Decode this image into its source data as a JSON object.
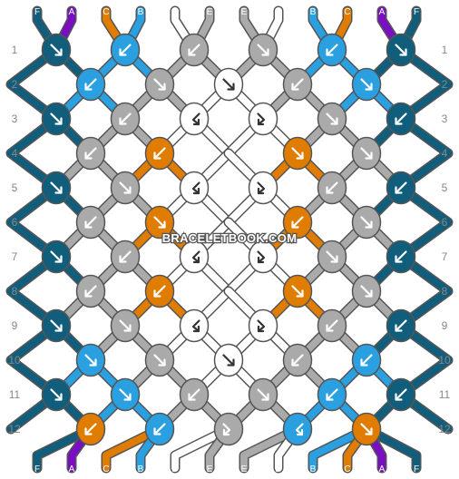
{
  "watermark": "BRACELETBOOK.COM",
  "colors": {
    "A": "#7a0fc2",
    "B": "#2aa0e0",
    "C": "#e07c00",
    "D": "#ffffff",
    "E": "#aaaaaa",
    "F": "#115e7c"
  },
  "outline": "#555555",
  "arrow_color": "#ffffff",
  "arrow_color_on_light": "#333333",
  "top_strands": [
    "F",
    "A",
    "C",
    "B",
    "D",
    "E",
    "E",
    "D",
    "B",
    "C",
    "A",
    "F"
  ],
  "bottom_strands": [
    "F",
    "A",
    "C",
    "B",
    "D",
    "E",
    "E",
    "D",
    "B",
    "C",
    "A",
    "F"
  ],
  "rows": [
    "1",
    "2",
    "3",
    "4",
    "5",
    "6",
    "7",
    "8",
    "9",
    "10",
    "11",
    "12"
  ],
  "knots": [
    [
      [
        "F",
        "f"
      ],
      [
        "B",
        "b"
      ],
      [
        "E",
        "b"
      ],
      [
        "E",
        "f"
      ],
      [
        "B",
        "b"
      ],
      [
        "F",
        "f"
      ]
    ],
    [
      [
        "B",
        "b"
      ],
      [
        "E",
        "f"
      ],
      [
        "D",
        "f"
      ],
      [
        "E",
        "b"
      ],
      [
        "B",
        "f"
      ]
    ],
    [
      [
        "F",
        "f"
      ],
      [
        "E",
        "b"
      ],
      [
        "D",
        "bf"
      ],
      [
        "D",
        "fb"
      ],
      [
        "E",
        "f"
      ],
      [
        "F",
        "b"
      ]
    ],
    [
      [
        "E",
        "b"
      ],
      [
        "C",
        "b"
      ],
      [
        "X",
        "x"
      ],
      [
        "C",
        "f"
      ],
      [
        "E",
        "f"
      ]
    ],
    [
      [
        "F",
        "f"
      ],
      [
        "E",
        "f"
      ],
      [
        "D",
        "bf"
      ],
      [
        "D",
        "fb"
      ],
      [
        "E",
        "b"
      ],
      [
        "F",
        "b"
      ]
    ],
    [
      [
        "E",
        "b"
      ],
      [
        "C",
        "f"
      ],
      [
        "X",
        "x"
      ],
      [
        "C",
        "b"
      ],
      [
        "E",
        "f"
      ]
    ],
    [
      [
        "F",
        "f"
      ],
      [
        "E",
        "b"
      ],
      [
        "D",
        "bf"
      ],
      [
        "D",
        "fb"
      ],
      [
        "E",
        "f"
      ],
      [
        "F",
        "b"
      ]
    ],
    [
      [
        "E",
        "b"
      ],
      [
        "C",
        "b"
      ],
      [
        "X",
        "x"
      ],
      [
        "C",
        "f"
      ],
      [
        "E",
        "f"
      ]
    ],
    [
      [
        "F",
        "f"
      ],
      [
        "E",
        "f"
      ],
      [
        "D",
        "bf"
      ],
      [
        "D",
        "fb"
      ],
      [
        "E",
        "b"
      ],
      [
        "F",
        "b"
      ]
    ],
    [
      [
        "B",
        "f"
      ],
      [
        "E",
        "f"
      ],
      [
        "D",
        "f"
      ],
      [
        "E",
        "b"
      ],
      [
        "B",
        "b"
      ]
    ],
    [
      [
        "F",
        "f"
      ],
      [
        "B",
        "f"
      ],
      [
        "E",
        "b"
      ],
      [
        "E",
        "f"
      ],
      [
        "B",
        "b"
      ],
      [
        "F",
        "b"
      ]
    ],
    [
      [
        "C",
        "b"
      ],
      [
        "B",
        "b"
      ],
      [
        "E",
        "fb"
      ],
      [
        "B",
        "bf"
      ],
      [
        "C",
        "f"
      ]
    ]
  ]
}
